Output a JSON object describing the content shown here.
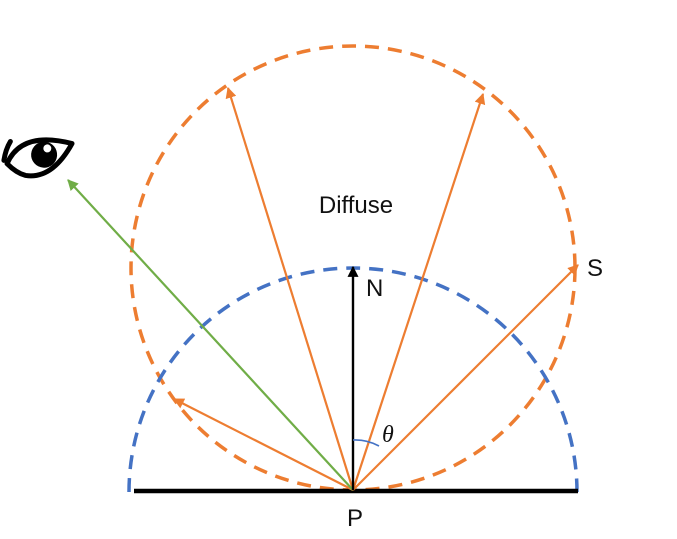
{
  "labels": {
    "diffuse": "Diffuse",
    "normal": "N",
    "source": "S",
    "point": "P",
    "angle": "θ"
  },
  "icons": {
    "viewer": "eye-icon"
  },
  "colors": {
    "diffuse_lobe": "#ED7D31",
    "hemisphere": "#4472C4",
    "view_ray": "#70AD47",
    "normal": "#000000",
    "surface": "#000000",
    "background": "#FFFFFF"
  }
}
